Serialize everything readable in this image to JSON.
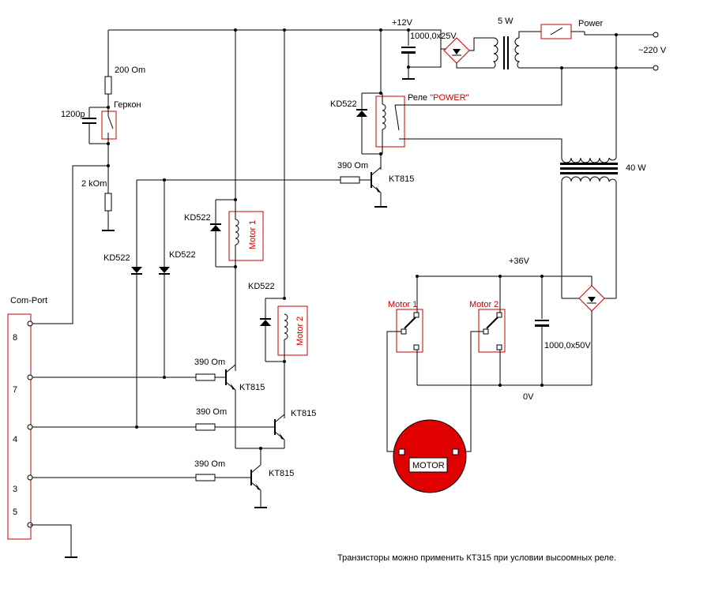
{
  "labels": {
    "v12": "+12V",
    "cap_1000_25": "1000,0x25V",
    "w5": "5 W",
    "power": "Power",
    "v220": "~220 V",
    "r200": "200 Om",
    "gerkon": "Геркон",
    "c1200": "1200p",
    "kd522_relay": "KD522",
    "rele": "Реле",
    "rele_power": "\"POWER\"",
    "r390_top": "390 Om",
    "kt815_top": "KT815",
    "w40": "40 W",
    "r2k": "2 kOm",
    "kd522_m1": "KD522",
    "motor1_coil": "Motor 1",
    "kd522_left1": "KD522",
    "kd522_left2": "KD522",
    "kd522_m2": "KD522",
    "motor2_coil": "Motor 2",
    "v36": "+36V",
    "motor1_sw": "Motor 1",
    "motor2_sw": "Motor 2",
    "cap_1000_50": "1000,0x50V",
    "comport": "Com-Port",
    "pin8": "8",
    "pin7": "7",
    "pin4": "4",
    "pin3": "3",
    "pin5": "5",
    "r390_a": "390 Om",
    "kt815_a": "KT815",
    "r390_b": "390 Om",
    "kt815_b": "KT815",
    "r390_c": "390 Om",
    "kt815_c": "KT815",
    "v0": "0V",
    "motor": "MOTOR",
    "note": "Транзисторы можно применить КТ315 при условии высоомных реле."
  },
  "colors": {
    "wire": "#000000",
    "component_outline": "#cc0000",
    "motor_fill": "#e00000"
  }
}
